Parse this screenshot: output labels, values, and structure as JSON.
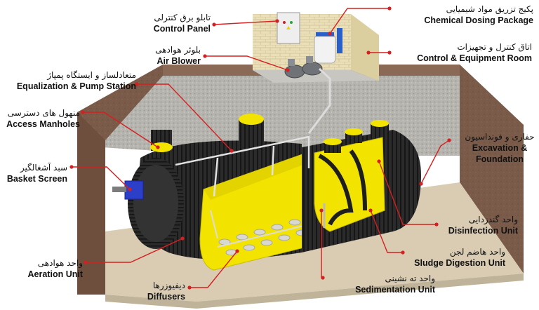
{
  "labels": [
    {
      "id": "control-panel",
      "fa": "تابلو برق کنترلی",
      "en": "Control Panel"
    },
    {
      "id": "chemical-dosing",
      "fa": "پکیج تزریق مواد شیمیایی",
      "en": "Chemical Dosing Package"
    },
    {
      "id": "control-room",
      "fa": "اتاق کنترل و تجهیزات",
      "en": "Control & Equipment Room"
    },
    {
      "id": "air-blower",
      "fa": "بلوئر هوادهی",
      "en": "Air Blower"
    },
    {
      "id": "equalization",
      "fa": "متعادلساز و ایستگاه پمپاژ",
      "en": "Equalization & Pump Station"
    },
    {
      "id": "access-manholes",
      "fa": "منهول های دسترسی",
      "en": "Access Manholes"
    },
    {
      "id": "basket-screen",
      "fa": "سبد آشغالگیر",
      "en": "Basket Screen"
    },
    {
      "id": "excavation",
      "fa": "حفاری و فونداسیون",
      "en": "Excavation & Foundation"
    },
    {
      "id": "disinfection",
      "fa": "واحد گندزدایی",
      "en": "Disinfection Unit"
    },
    {
      "id": "sludge-digestion",
      "fa": "واحد هاضم لجن",
      "en": "Sludge Digestion Unit"
    },
    {
      "id": "aeration",
      "fa": "واحد هوادهی",
      "en": "Aeration Unit"
    },
    {
      "id": "diffusers",
      "fa": "دیفیوزرها",
      "en": "Diffusers"
    },
    {
      "id": "sedimentation",
      "fa": "واحد ته نشینی",
      "en": "Sedimentation Unit"
    }
  ],
  "colors": {
    "leader": "#d42020",
    "soil": "#7a5a48",
    "soil_light": "#8d6a57",
    "ground_top": "#b9b7b1",
    "tank": "#2a2a2a",
    "tank_cut": "#f2e500",
    "brick": "#e8ddb5",
    "floor": "#d8cbb0"
  }
}
